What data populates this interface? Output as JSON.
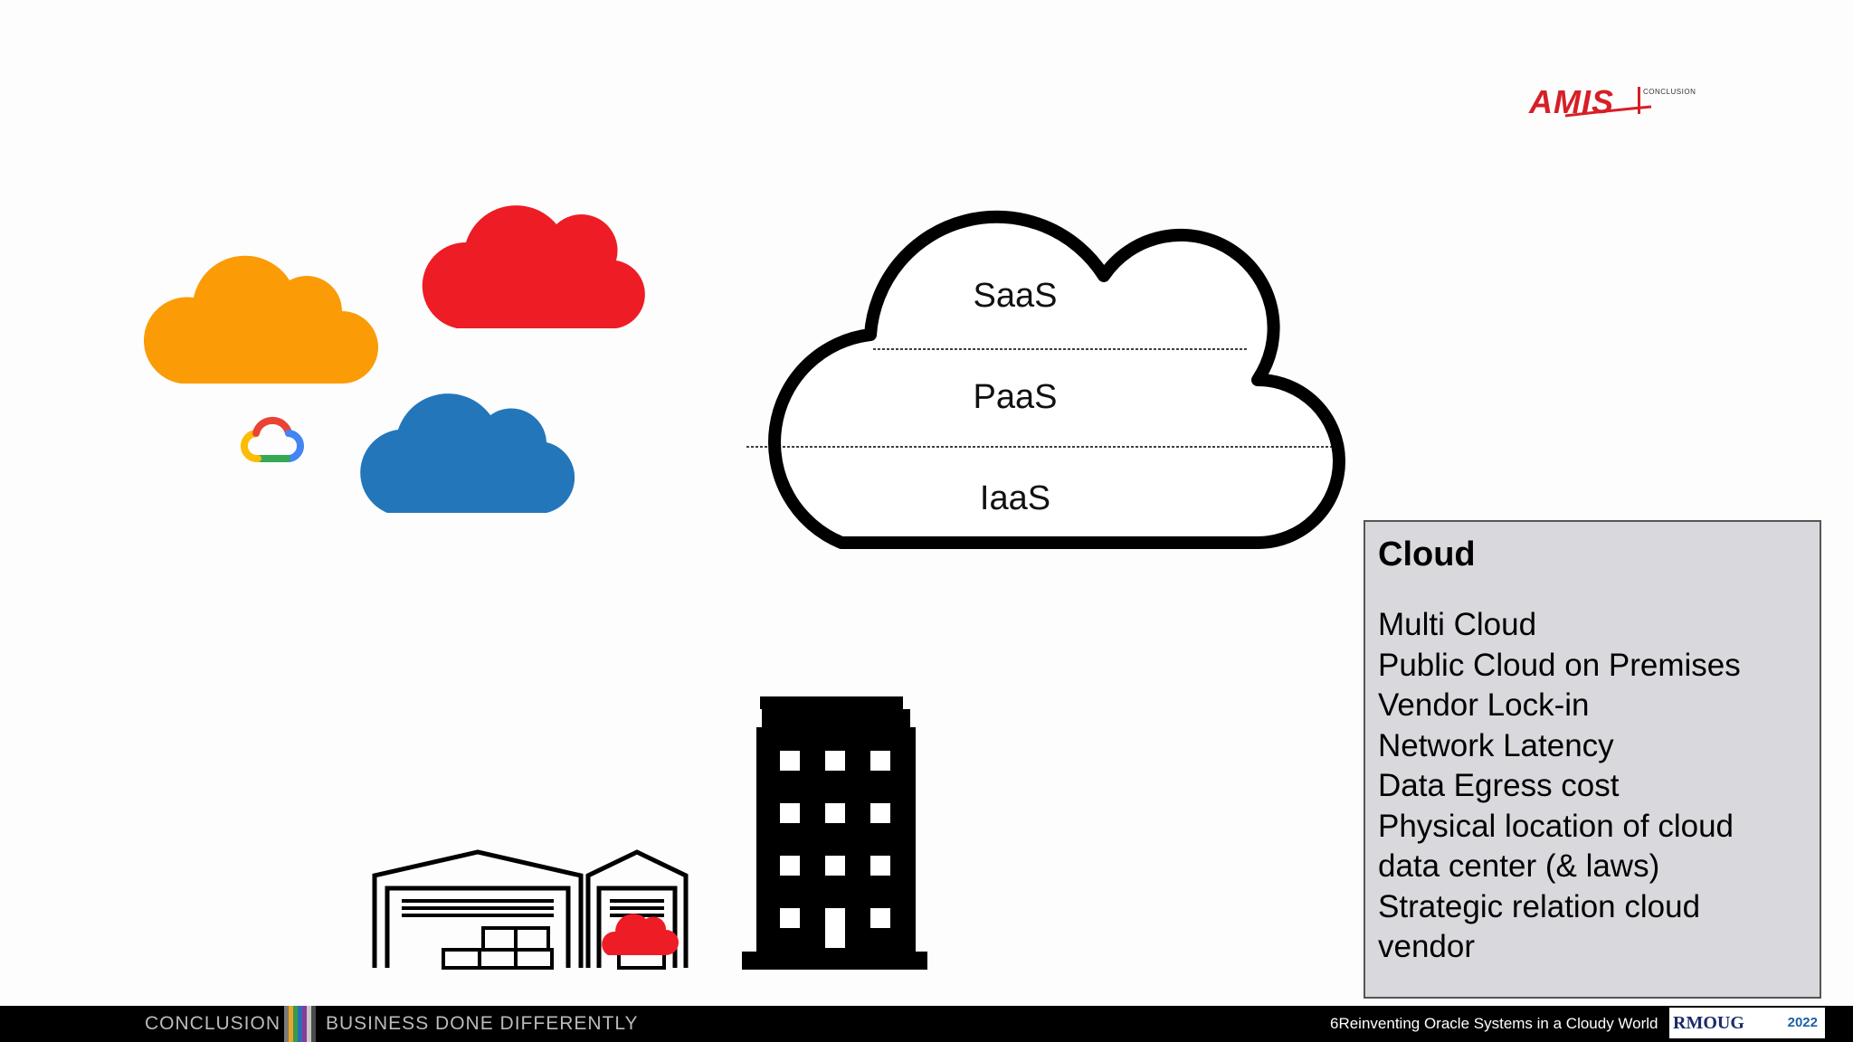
{
  "logo": {
    "text": "AMIS",
    "tagline": "CONCLUSION"
  },
  "cloud_layers": [
    "SaaS",
    "PaaS",
    "IaaS"
  ],
  "info_box": {
    "title": "Cloud",
    "items": [
      "Multi Cloud",
      "Public Cloud on Premises",
      "Vendor Lock-in",
      "Network Latency",
      "Data Egress cost",
      "Physical location of cloud",
      "data center (& laws)",
      "Strategic relation cloud",
      "vendor"
    ]
  },
  "footer": {
    "left_label": "CONCLUSION",
    "tagline": "BUSINESS DONE DIFFERENTLY",
    "title": "6Reinventing Oracle Systems in a Cloudy World",
    "badge": "RMOUG",
    "year": "2022"
  },
  "colors": {
    "orange_cloud": "#fb9b05",
    "red_cloud": "#ee1c25",
    "blue_cloud": "#2476bb",
    "info_box_bg": "#d9d8dc"
  },
  "icons": [
    "orange-cloud-icon",
    "red-cloud-icon",
    "blue-cloud-icon",
    "google-cloud-icon",
    "warehouse-icon",
    "office-building-icon"
  ]
}
